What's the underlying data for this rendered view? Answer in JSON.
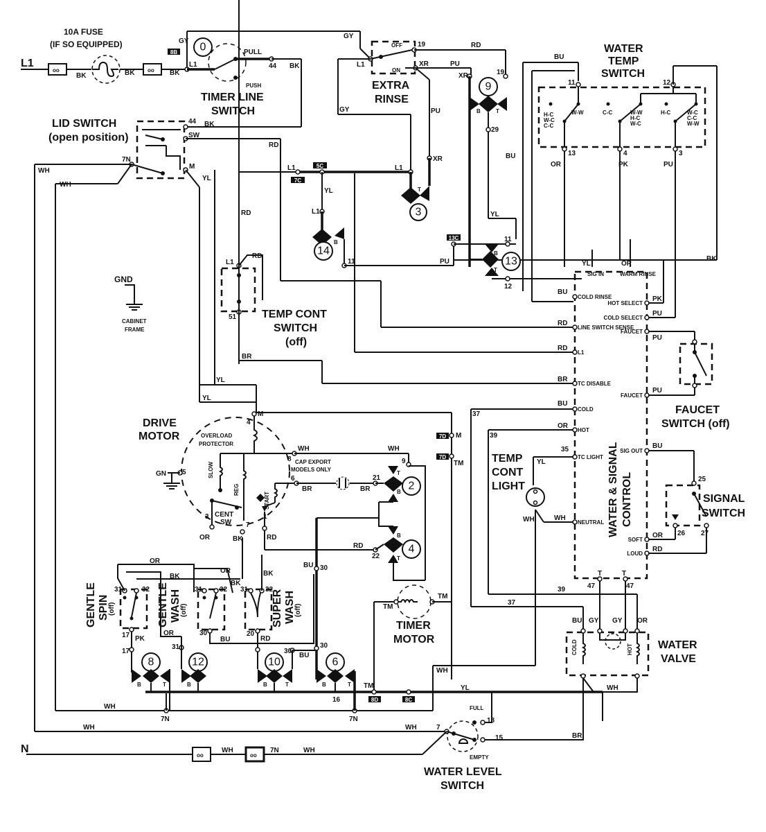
{
  "diagram": {
    "supply": {
      "line": "L1",
      "neutral": "N",
      "fuse_title": "10A FUSE",
      "fuse_note": "(IF SO EQUIPPED)"
    },
    "components": {
      "timer_line_switch": {
        "title1": "TIMER LINE",
        "title2": "SWITCH",
        "pull": "PULL",
        "push": "PUSH",
        "cam": "0"
      },
      "lid_switch": {
        "title1": "LID SWITCH",
        "title2": "(open position)"
      },
      "extra_rinse": {
        "title1": "EXTRA",
        "title2": "RINSE",
        "off": "OFF",
        "on": "ON"
      },
      "water_temp_switch": {
        "title1": "WATER",
        "title2": "TEMP",
        "title3": "SWITCH",
        "pos_a": [
          "H-C",
          "W-C",
          "C-C"
        ],
        "pos_a_on": "W-W",
        "pos_b": "C-C",
        "pos_b_on": [
          "W-W",
          "H-C",
          "W-C"
        ],
        "pos_c": "H-C",
        "pos_c_on": [
          "W-C",
          "C-C",
          "W-W"
        ]
      },
      "gnd": {
        "label": "GND",
        "sub1": "CABINET",
        "sub2": "FRAME"
      },
      "temp_cont_switch": {
        "title1": "TEMP CONT",
        "title2": "SWITCH",
        "title3": "(off)"
      },
      "drive_motor": {
        "title1": "DRIVE",
        "title2": "MOTOR",
        "overload1": "OVERLOAD",
        "overload2": "PROTECTOR",
        "slow": "SLOW",
        "reg": "REG",
        "start": "START",
        "cent1": "CENT",
        "cent2": "SW",
        "gn": "GN"
      },
      "cap_note": {
        "line1": "CAP EXPORT",
        "line2": "MODELS ONLY"
      },
      "water_signal_control": {
        "title1": "WATER & SIGNAL",
        "title2": "CONTROL",
        "left_pins": [
          "COLD RINSE",
          "LINE SWITCH SENSE",
          "L1",
          "TC DISABLE",
          "COLD",
          "HOT",
          "TC LIGHT",
          "NEUTRAL"
        ],
        "top_pins": [
          "SIG IN",
          "WARM RINSE"
        ],
        "right_pins": [
          "HOT SELECT",
          "COLD SELECT",
          "FAUCET",
          "FAUCET",
          "SIG OUT",
          "SOFT",
          "LOUD"
        ]
      },
      "faucet_switch": {
        "title1": "FAUCET",
        "title2": "SWITCH (off)"
      },
      "temp_cont_light": {
        "title1": "TEMP",
        "title2": "CONT",
        "title3": "LIGHT"
      },
      "signal_switch": {
        "title1": "SIGNAL",
        "title2": "SWITCH"
      },
      "gentle_spin": {
        "title1": "GENTLE",
        "title2": "SPIN",
        "title3": "(off)"
      },
      "gentle_wash": {
        "title1": "GENTLE",
        "title2": "WASH",
        "title3": "(off)"
      },
      "super_wash": {
        "title1": "SUPER",
        "title2": "WASH",
        "title3": "(off)"
      },
      "timer_motor": {
        "title1": "TIMER",
        "title2": "MOTOR"
      },
      "water_valve": {
        "title1": "WATER",
        "title2": "VALVE",
        "cold": "COLD",
        "hot": "HOT"
      },
      "water_level_switch": {
        "title1": "WATER LEVEL",
        "title2": "SWITCH",
        "full": "FULL",
        "empty": "EMPTY"
      }
    },
    "timer_cams": [
      "0",
      "9",
      "3",
      "14",
      "13",
      "2",
      "4",
      "8",
      "12",
      "10",
      "6"
    ],
    "wire_colors": {
      "gy": "GY",
      "bk": "BK",
      "rd": "RD",
      "pu": "PU",
      "bu": "BU",
      "yl": "YL",
      "wh": "WH",
      "or": "OR",
      "pk": "PK",
      "br": "BR",
      "xr": "XR"
    },
    "terminal_labels": {
      "l1": "L1",
      "t44": "44",
      "sw": "SW",
      "m": "M",
      "t7n": "7N",
      "t19": "19",
      "t29": "29",
      "t11": "11",
      "t12": "12",
      "t13": "13",
      "t4": "4",
      "t3": "3",
      "t51": "51",
      "t5": "5",
      "t8": "8",
      "t6": "6",
      "t1": "1",
      "t7": "7",
      "t9": "9",
      "t21": "21",
      "t22": "22",
      "t30": "30",
      "t31": "31",
      "t32": "32",
      "t17": "17",
      "t20": "20",
      "t16": "16",
      "t18": "18",
      "t15": "15",
      "t25": "25",
      "t26": "26",
      "t27": "27",
      "t35": "35",
      "t37": "37",
      "t39": "39",
      "t47": "47",
      "tm": "TM",
      "b": "B",
      "t": "T"
    },
    "connector_tags": [
      "8B",
      "7C",
      "5C",
      "13C",
      "7D",
      "7D",
      "8D",
      "8C"
    ]
  }
}
